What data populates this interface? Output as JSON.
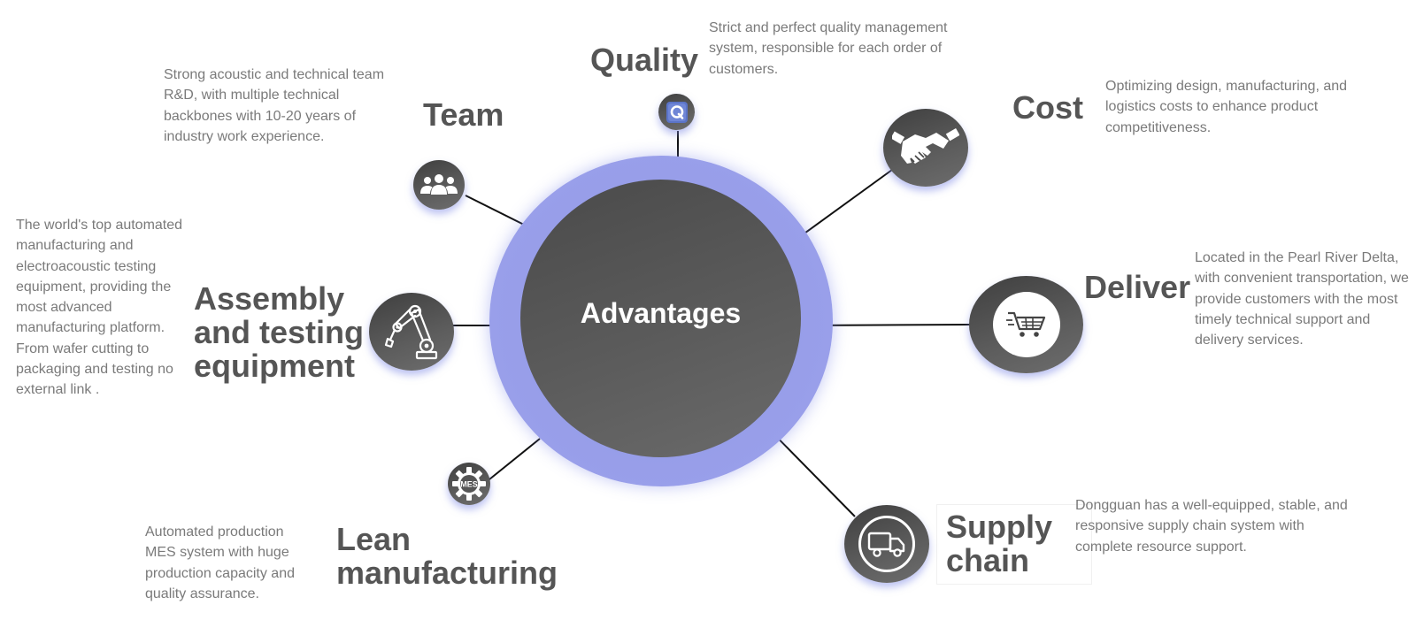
{
  "center": {
    "title": "Advantages"
  },
  "colors": {
    "halo": "#9aa0ea",
    "node": "#555555",
    "title_text": "#555555",
    "body_text": "#7a7a7a"
  },
  "items": [
    {
      "id": "quality",
      "icon": "quality-q-icon",
      "title": "Quality",
      "description": "Strict and perfect quality management system, responsible for each order of customers."
    },
    {
      "id": "cost",
      "icon": "handshake-icon",
      "title": "Cost",
      "description": "Optimizing design, manufacturing, and logistics costs to enhance product competitiveness."
    },
    {
      "id": "deliver",
      "icon": "shopping-cart-icon",
      "title": "Deliver",
      "description": "Located in the Pearl River Delta, with convenient transportation, we provide customers with the most timely technical support and delivery services."
    },
    {
      "id": "supply-chain",
      "icon": "delivery-truck-icon",
      "title_lines": [
        "Supply",
        "chain"
      ],
      "description": "Dongguan has a well-equipped, stable, and responsive supply chain system with complete resource support."
    },
    {
      "id": "lean-manufacturing",
      "icon": "mes-gear-icon",
      "title_lines": [
        "Lean",
        "manufacturing"
      ],
      "description": "Automated production MES system with huge production capacity and quality assurance."
    },
    {
      "id": "assembly",
      "icon": "robot-arm-icon",
      "title_lines": [
        "Assembly",
        "and testing",
        "equipment"
      ],
      "description": "The world's top automated manufacturing and electroacoustic testing equipment, providing the most advanced manufacturing platform. From wafer cutting to packaging and testing no external link ."
    },
    {
      "id": "team",
      "icon": "team-people-icon",
      "title": "Team",
      "description": "Strong acoustic and technical team R&D, with multiple technical backbones with 10-20 years of industry work experience."
    }
  ]
}
